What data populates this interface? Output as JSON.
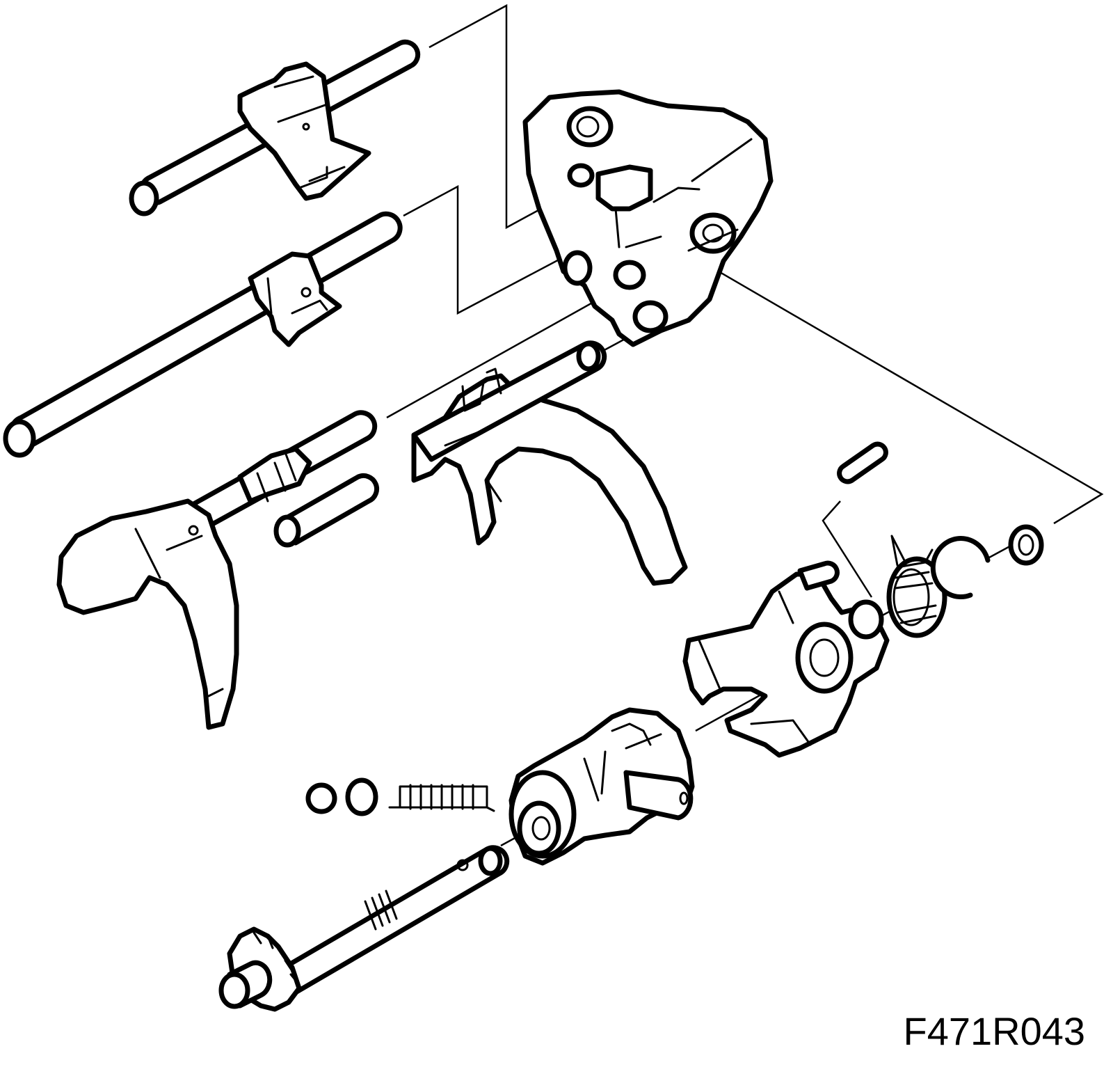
{
  "figure": {
    "code": "F471R043"
  },
  "colors": {
    "ink": "#000000",
    "paper": "#ffffff"
  },
  "parts": [
    "upper-shift-rail-with-guide",
    "middle-shift-rail-with-guide",
    "gear-selector-housing",
    "shift-fork-right",
    "shift-fork-left",
    "short-shift-rail",
    "roll-pin",
    "torsion-spring",
    "circlip-large",
    "circlip-small",
    "selector-lever-bracket",
    "selector-finger",
    "detent-spring",
    "detent-washer",
    "detent-ball",
    "selector-shaft-with-gear"
  ]
}
